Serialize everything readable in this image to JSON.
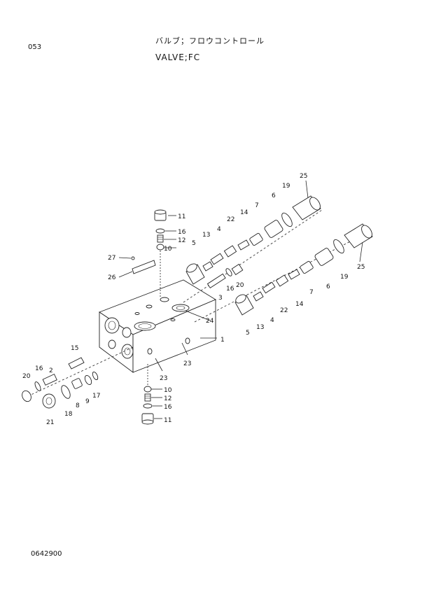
{
  "header": {
    "page_number": "053",
    "title_jp": "バルブ；フロウコントロール",
    "title_en": "VALVE;FC"
  },
  "footer": {
    "figure_code": "0642900"
  },
  "callouts": {
    "c1": "1",
    "c2": "2",
    "c3": "3",
    "c4a": "4",
    "c4b": "4",
    "c5a": "5",
    "c5b": "5",
    "c6a": "6",
    "c6b": "6",
    "c7a": "7",
    "c7b": "7",
    "c8": "8",
    "c9": "9",
    "c10a": "10",
    "c10b": "10",
    "c11a": "11",
    "c11b": "11",
    "c12a": "12",
    "c12b": "12",
    "c13a": "13",
    "c13b": "13",
    "c14a": "14",
    "c14b": "14",
    "c15": "15",
    "c16a": "16",
    "c16b": "16",
    "c16c": "16",
    "c16d": "16",
    "c17": "17",
    "c18": "18",
    "c19a": "19",
    "c19b": "19",
    "c20a": "20",
    "c20b": "20",
    "c21": "21",
    "c22a": "22",
    "c22b": "22",
    "c23a": "23",
    "c23b": "23",
    "c24": "24",
    "c25a": "25",
    "c25b": "25",
    "c26": "26",
    "c27": "27"
  }
}
